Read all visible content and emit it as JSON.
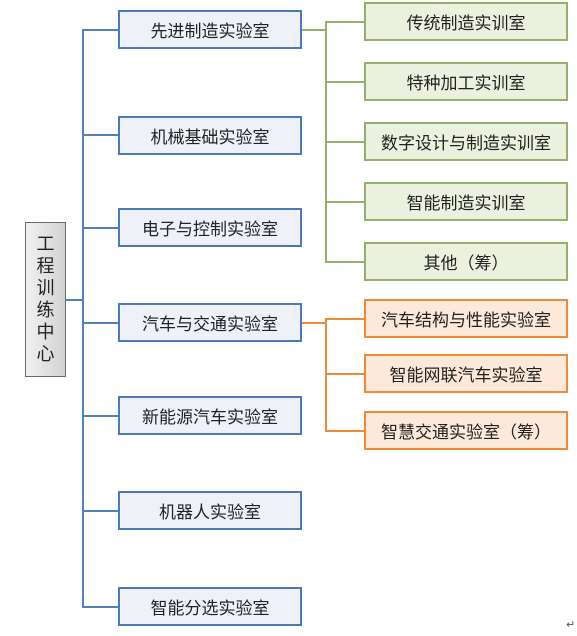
{
  "root": {
    "chars": [
      "工",
      "程",
      "训",
      "练",
      "中",
      "心"
    ]
  },
  "labs": [
    "先进制造实验室",
    "机械基础实验室",
    "电子与控制实验室",
    "汽车与交通实验室",
    "新能源汽车实验室",
    "机器人实验室",
    "智能分选实验室"
  ],
  "manufacturing_training": [
    "传统制造实训室",
    "特种加工实训室",
    "数字设计与制造实训室",
    "智能制造实训室",
    "其他（筹）"
  ],
  "vehicle_training": [
    "汽车结构与性能实验室",
    "智能网联汽车实验室",
    "智慧交通实验室（筹）"
  ],
  "paragraph_mark": "↵",
  "colors": {
    "blue_connector": "#4f81bd",
    "green_connector": "#94b06a",
    "orange_connector": "#ec8a3a"
  }
}
